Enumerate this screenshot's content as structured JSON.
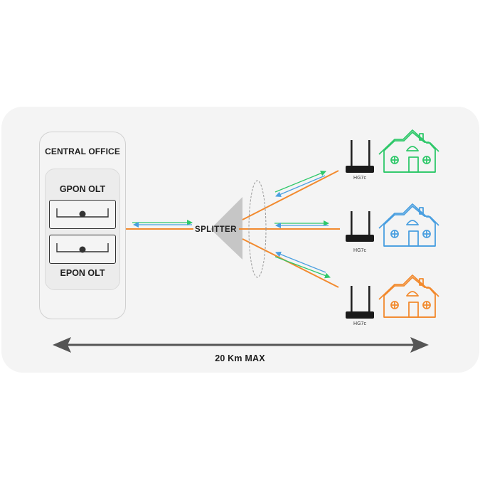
{
  "central_office": {
    "title": "CENTRAL OFFICE",
    "olt_top_label": "GPON OLT",
    "olt_bottom_label": "EPON OLT"
  },
  "splitter": {
    "label": "SPLITTER"
  },
  "subscribers": [
    {
      "router_label": "HG7c",
      "house_color": "#2fc86a"
    },
    {
      "router_label": "HG7c",
      "house_color": "#4a9fe0"
    },
    {
      "router_label": "HG7c",
      "house_color": "#f28a2e"
    }
  ],
  "distance": {
    "label": "20 Km MAX"
  },
  "colors": {
    "fiber": "#f28a2e",
    "downstream": "#2fc86a",
    "upstream": "#4a9fe0",
    "splitter": "#c6c6c6"
  }
}
